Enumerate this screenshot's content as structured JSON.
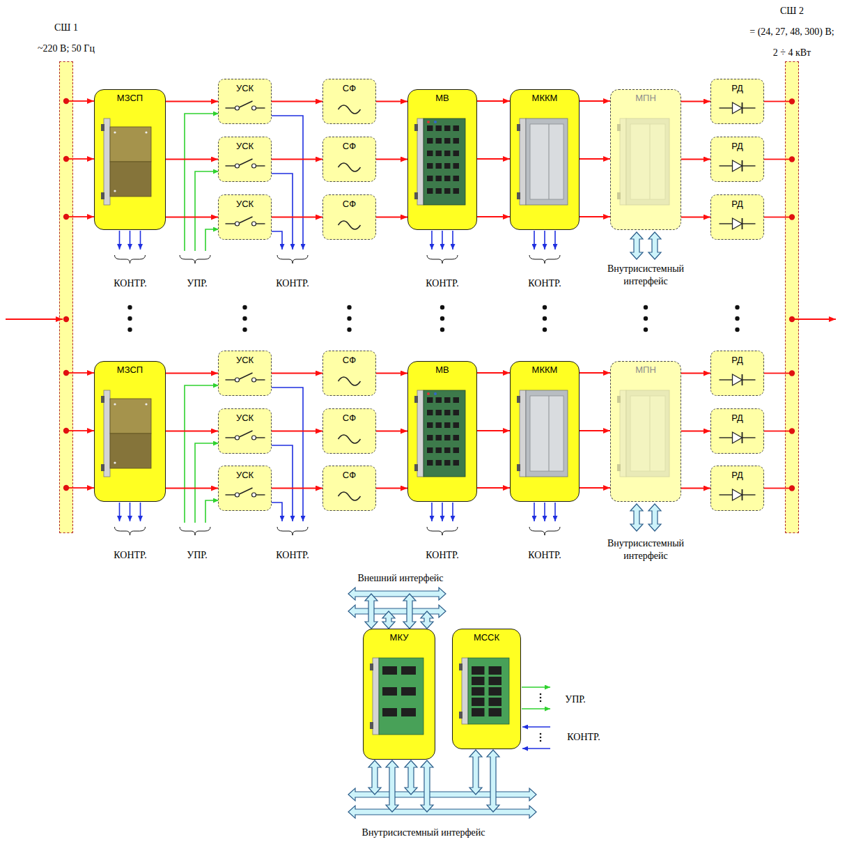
{
  "diagram": {
    "nodes": [
      {
        "text": [
          "СШ 1",
          "~220 В; 50 Гц"
        ]
      },
      {
        "text": [
          "СШ 2",
          "= (24, 27, 48, 300) В; 2 ÷ 4 кВт"
        ]
      },
      {
        "text": [
          "МЗСП"
        ]
      },
      {
        "text": [
          "УСК"
        ]
      },
      {
        "text": [
          "УСК"
        ]
      },
      {
        "text": [
          "УСК"
        ]
      },
      {
        "text": [
          "СФ"
        ]
      },
      {
        "text": [
          "СФ"
        ]
      },
      {
        "text": [
          "СФ"
        ]
      },
      {
        "text": [
          "МВ"
        ]
      },
      {
        "text": [
          "МККМ"
        ]
      },
      {
        "text": [
          "МПН"
        ]
      },
      {
        "text": [
          "РД"
        ]
      },
      {
        "text": [
          "РД"
        ]
      },
      {
        "text": [
          "РД"
        ]
      },
      {
        "text": [
          "МЗСП"
        ]
      },
      {
        "text": [
          "УСК"
        ]
      },
      {
        "text": [
          "УСК"
        ]
      },
      {
        "text": [
          "УСК"
        ]
      },
      {
        "text": [
          "СФ"
        ]
      },
      {
        "text": [
          "СФ"
        ]
      },
      {
        "text": [
          "СФ"
        ]
      },
      {
        "text": [
          "МВ"
        ]
      },
      {
        "text": [
          "МККМ"
        ]
      },
      {
        "text": [
          "МПН"
        ]
      },
      {
        "text": [
          "РД"
        ]
      },
      {
        "text": [
          "РД"
        ]
      },
      {
        "text": [
          "РД"
        ]
      },
      {
        "text": [
          "МКУ"
        ]
      },
      {
        "text": [
          "МССК"
        ]
      }
    ],
    "edges": [
      {
        "from": 0,
        "to": 2,
        "arrow": "to"
      },
      {
        "from": 0,
        "to": 2,
        "arrow": "to"
      },
      {
        "from": 0,
        "to": 2,
        "arrow": "to"
      },
      {
        "from": 2,
        "to": 3,
        "arrow": "to"
      },
      {
        "from": 2,
        "to": 4,
        "arrow": "to"
      },
      {
        "from": 2,
        "to": 5,
        "arrow": "to"
      },
      {
        "from": 3,
        "to": 6,
        "arrow": "to"
      },
      {
        "from": 4,
        "to": 7,
        "arrow": "to"
      },
      {
        "from": 5,
        "to": 8,
        "arrow": "to"
      },
      {
        "from": 6,
        "to": 9,
        "arrow": "to"
      },
      {
        "from": 7,
        "to": 9,
        "arrow": "to"
      },
      {
        "from": 8,
        "to": 9,
        "arrow": "to"
      },
      {
        "from": 9,
        "to": 10,
        "arrow": "to"
      },
      {
        "from": 9,
        "to": 10,
        "arrow": "to"
      },
      {
        "from": 9,
        "to": 10,
        "arrow": "to"
      },
      {
        "from": 10,
        "to": 11,
        "arrow": "to"
      },
      {
        "from": 10,
        "to": 11,
        "arrow": "to"
      },
      {
        "from": 10,
        "to": 11,
        "arrow": "to"
      },
      {
        "from": 11,
        "to": 12,
        "arrow": "to"
      },
      {
        "from": 11,
        "to": 13,
        "arrow": "to"
      },
      {
        "from": 11,
        "to": 14,
        "arrow": "to"
      },
      {
        "from": 12,
        "to": 1,
        "arrow": "none"
      },
      {
        "from": 13,
        "to": 1,
        "arrow": "none"
      },
      {
        "from": 14,
        "to": 1,
        "arrow": "none"
      },
      {
        "from": 0,
        "to": 15,
        "arrow": "to"
      },
      {
        "from": 0,
        "to": 15,
        "arrow": "to"
      },
      {
        "from": 0,
        "to": 15,
        "arrow": "to"
      },
      {
        "from": 15,
        "to": 16,
        "arrow": "to"
      },
      {
        "from": 15,
        "to": 17,
        "arrow": "to"
      },
      {
        "from": 15,
        "to": 18,
        "arrow": "to"
      },
      {
        "from": 16,
        "to": 19,
        "arrow": "to"
      },
      {
        "from": 17,
        "to": 20,
        "arrow": "to"
      },
      {
        "from": 18,
        "to": 21,
        "arrow": "to"
      },
      {
        "from": 19,
        "to": 22,
        "arrow": "to"
      },
      {
        "from": 20,
        "to": 22,
        "arrow": "to"
      },
      {
        "from": 21,
        "to": 22,
        "arrow": "to"
      },
      {
        "from": 22,
        "to": 23,
        "arrow": "to"
      },
      {
        "from": 22,
        "to": 23,
        "arrow": "to"
      },
      {
        "from": 22,
        "to": 23,
        "arrow": "to"
      },
      {
        "from": 23,
        "to": 24,
        "arrow": "to"
      },
      {
        "from": 23,
        "to": 24,
        "arrow": "to"
      },
      {
        "from": 23,
        "to": 24,
        "arrow": "to"
      },
      {
        "from": 24,
        "to": 25,
        "arrow": "to"
      },
      {
        "from": 24,
        "to": 26,
        "arrow": "to"
      },
      {
        "from": 24,
        "to": 27,
        "arrow": "to"
      },
      {
        "from": 25,
        "to": 1,
        "arrow": "none"
      },
      {
        "from": 26,
        "to": 1,
        "arrow": "none"
      },
      {
        "from": 27,
        "to": 1,
        "arrow": "none"
      }
    ],
    "labels": [
      "КОНТР.",
      "УПР.",
      "КОНТР.",
      "КОНТР.",
      "КОНТР.",
      "Внутрисистемный интерфейс",
      "КОНТР.",
      "УПР.",
      "КОНТР.",
      "КОНТР.",
      "КОНТР.",
      "Внутрисистемный интерфейс",
      "Внешний интерфейс",
      "УПР.",
      "КОНТР.",
      "Внутрисистемный интерфейс"
    ]
  }
}
